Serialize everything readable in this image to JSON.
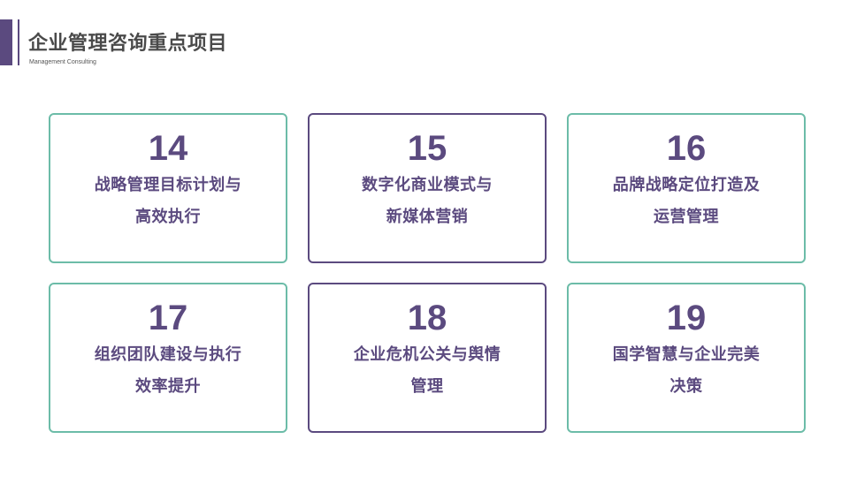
{
  "header": {
    "title": "企业管理咨询重点项目",
    "subtitle": "Management Consulting"
  },
  "cards": [
    {
      "number": "14",
      "lines": [
        "战略管理目标计划与",
        "高效执行"
      ]
    },
    {
      "number": "15",
      "lines": [
        "数字化商业模式与",
        "新媒体营销"
      ]
    },
    {
      "number": "16",
      "lines": [
        "品牌战略定位打造及",
        "运营管理"
      ]
    },
    {
      "number": "17",
      "lines": [
        "组织团队建设与执行",
        "效率提升"
      ]
    },
    {
      "number": "18",
      "lines": [
        "企业危机公关与舆情",
        "管理"
      ]
    },
    {
      "number": "19",
      "lines": [
        "国学智慧与企业完美",
        "决策"
      ]
    }
  ],
  "colors": {
    "accent": "#5b4a7f",
    "teal_border": "#6cbca8",
    "title_text": "#4a4a4a"
  }
}
